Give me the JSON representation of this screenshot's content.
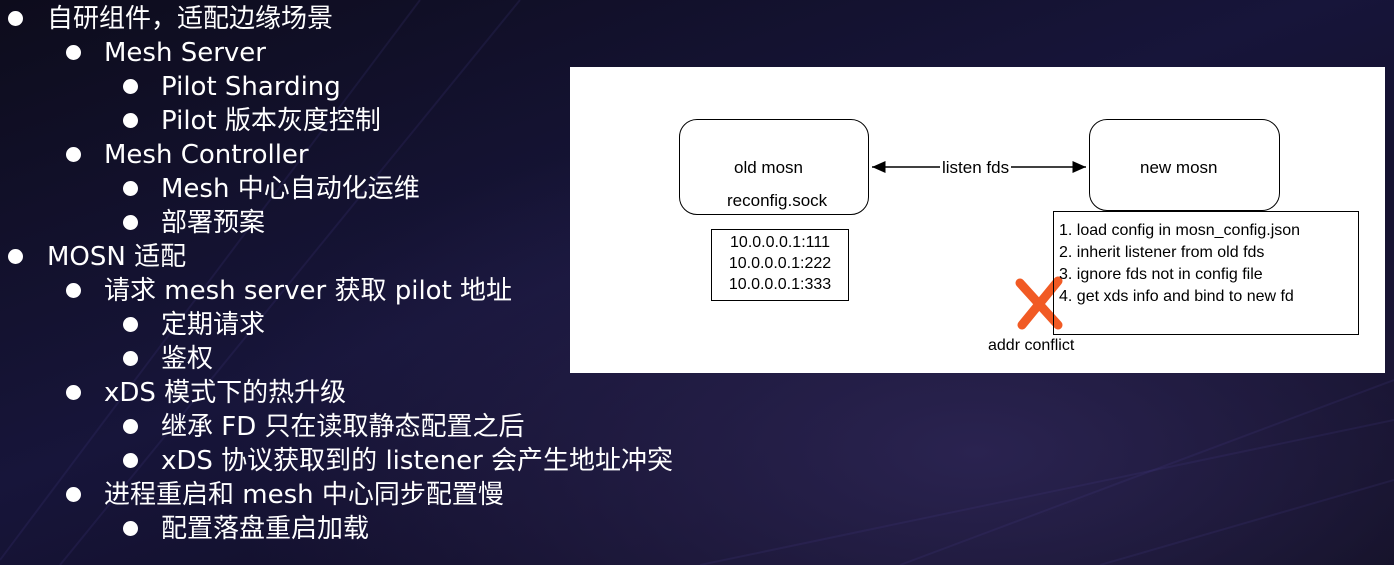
{
  "outline": [
    {
      "level": 0,
      "text": "自研组件，适配边缘场景"
    },
    {
      "level": 1,
      "text": "Mesh Server"
    },
    {
      "level": 2,
      "text": "Pilot Sharding"
    },
    {
      "level": 2,
      "text": "Pilot 版本灰度控制"
    },
    {
      "level": 1,
      "text": "Mesh Controller"
    },
    {
      "level": 2,
      "text": "Mesh 中心自动化运维"
    },
    {
      "level": 2,
      "text": "部署预案"
    },
    {
      "level": 0,
      "text": "MOSN 适配"
    },
    {
      "level": 1,
      "text": "请求 mesh server 获取 pilot 地址"
    },
    {
      "level": 2,
      "text": "定期请求"
    },
    {
      "level": 2,
      "text": "鉴权"
    },
    {
      "level": 1,
      "text": "xDS 模式下的热升级"
    },
    {
      "level": 2,
      "text": "继承 FD 只在读取静态配置之后"
    },
    {
      "level": 2,
      "text": "xDS 协议获取到的 listener 会产生地址冲突"
    },
    {
      "level": 1,
      "text": "进程重启和 mesh 中心同步配置慢"
    },
    {
      "level": 2,
      "text": "配置落盘重启加载"
    }
  ],
  "diagram": {
    "old_mosn": "old mosn",
    "reconfig": "reconfig.sock",
    "new_mosn": "new mosn",
    "listen_fds": "listen fds",
    "ips": [
      "10.0.0.0.1:111",
      "10.0.0.0.1:222",
      "10.0.0.0.1:333"
    ],
    "steps": [
      "1. load config in mosn_config.json",
      "2. inherit listener from old fds",
      "3. ignore fds not in config file",
      "4. get xds info and bind to new fd"
    ],
    "conflict": "addr conflict",
    "x_color": "#f15a24"
  }
}
